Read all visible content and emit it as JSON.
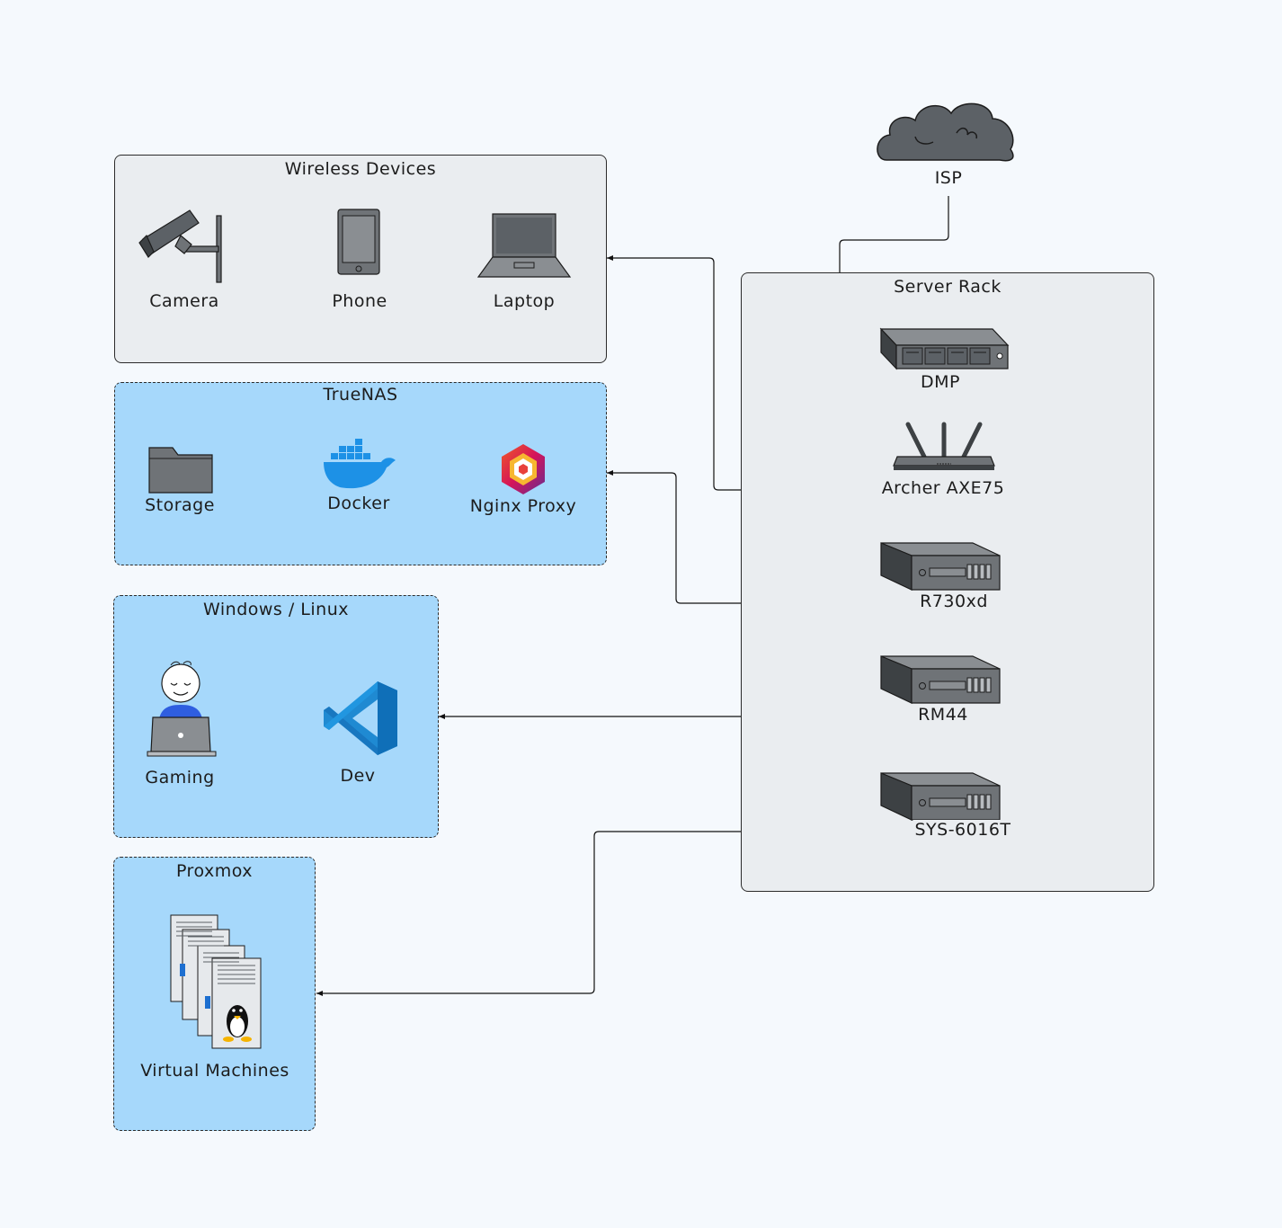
{
  "isp": {
    "label": "ISP"
  },
  "wireless": {
    "title": "Wireless Devices",
    "items": [
      {
        "label": "Camera",
        "icon": "security-camera-icon"
      },
      {
        "label": "Phone",
        "icon": "phone-icon"
      },
      {
        "label": "Laptop",
        "icon": "laptop-icon"
      }
    ]
  },
  "truenas": {
    "title": "TrueNAS",
    "items": [
      {
        "label": "Storage",
        "icon": "folder-icon"
      },
      {
        "label": "Docker",
        "icon": "docker-whale-icon"
      },
      {
        "label": "Nginx Proxy",
        "icon": "nginx-proxy-manager-icon"
      }
    ]
  },
  "winlinux": {
    "title": "Windows / Linux",
    "items": [
      {
        "label": "Gaming",
        "icon": "person-laptop-icon"
      },
      {
        "label": "Dev",
        "icon": "vscode-icon"
      }
    ]
  },
  "proxmox": {
    "title": "Proxmox",
    "items": [
      {
        "label": "Virtual Machines",
        "icon": "vm-documents-icon"
      }
    ]
  },
  "rack": {
    "title": "Server Rack",
    "devices": [
      {
        "label": "DMP",
        "icon": "network-switch-icon"
      },
      {
        "label": "Archer AXE75",
        "icon": "wifi-router-icon"
      },
      {
        "label": "R730xd",
        "icon": "server-icon"
      },
      {
        "label": "RM44",
        "icon": "server-icon"
      },
      {
        "label": "SYS-6016T",
        "icon": "server-icon"
      }
    ]
  },
  "colors": {
    "background": "#f5f9fd",
    "group_gray": "#eaedf0",
    "group_blue": "#a6d8fb",
    "stroke": "#1c1c1c"
  }
}
